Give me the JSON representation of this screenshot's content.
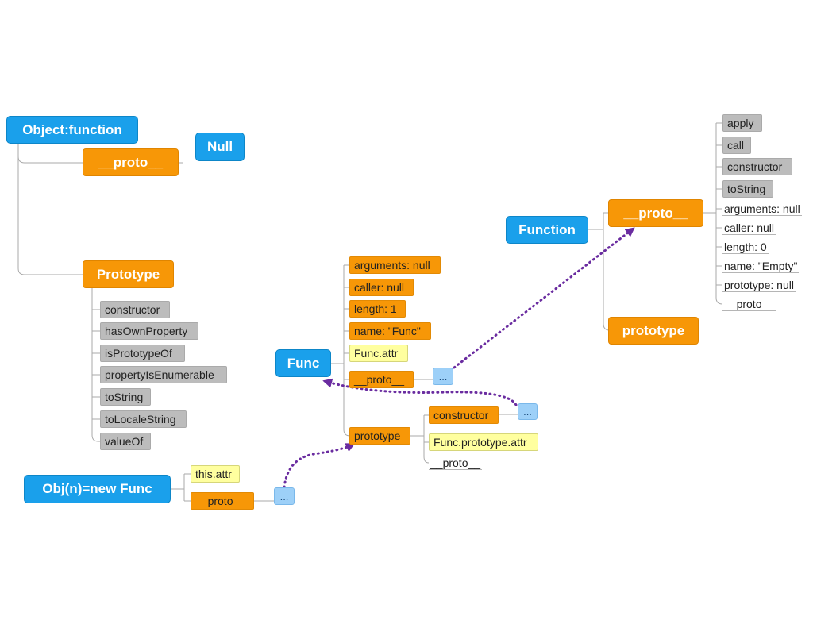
{
  "object_tree": {
    "root": "Object:function",
    "proto": "__proto__",
    "null_label": "Null",
    "prototype": "Prototype",
    "prototype_members": [
      "constructor",
      "hasOwnProperty",
      "isPrototypeOf",
      "propertyIsEnumerable",
      "toString",
      "toLocaleString",
      "valueOf"
    ]
  },
  "function_tree": {
    "root": "Function",
    "proto": "__proto__",
    "prototype": "prototype",
    "proto_members_gray": [
      "apply",
      "call",
      "constructor",
      "toString"
    ],
    "proto_members_plain": [
      "arguments: null",
      "caller: null",
      "length: 0",
      "name: \"Empty\"",
      "prototype: null",
      "__proto__"
    ]
  },
  "func_tree": {
    "root": "Func",
    "props": [
      "arguments: null",
      "caller: null",
      "length: 1",
      "name: \"Func\""
    ],
    "attr": "Func.attr",
    "proto": "__proto__",
    "proto_link": "...",
    "prototype": "prototype",
    "prototype_constructor": "constructor",
    "constructor_link": "...",
    "prototype_attr": "Func.prototype.attr",
    "prototype_proto": "__proto__"
  },
  "obj_tree": {
    "root": "Obj(n)=new Func",
    "attr": "this.attr",
    "proto": "__proto__",
    "proto_link": "..."
  },
  "colors": {
    "root_node": "#1aa0eb",
    "primary_node": "#f79707",
    "member_node": "#bcbcbc",
    "own_attribute_node": "#ffff9f",
    "link_node": "#9dd0f8",
    "reference_arrow": "#6a2ca0",
    "connector": "#aaaaaa"
  }
}
